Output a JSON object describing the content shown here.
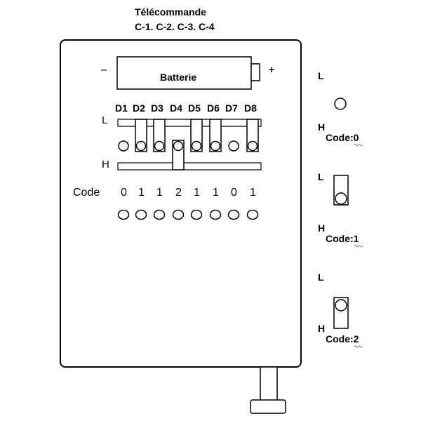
{
  "header": {
    "title": "Télécommande",
    "subtitle": "C-1. C-2. C-3. C-4"
  },
  "battery": {
    "label": "Batterie",
    "minus": "–",
    "plus": "+"
  },
  "switches": {
    "labels": [
      "D1",
      "D2",
      "D3",
      "D4",
      "D5",
      "D6",
      "D7",
      "D8"
    ],
    "codes": [
      "0",
      "1",
      "1",
      "2",
      "1",
      "1",
      "0",
      "1"
    ],
    "row_low": "L",
    "row_high": "H",
    "code_label": "Code"
  },
  "legend": [
    {
      "top": "L",
      "bottom": "H",
      "code": "Code:0",
      "value": 0
    },
    {
      "top": "L",
      "bottom": "H",
      "code": "Code:1",
      "value": 1
    },
    {
      "top": "L",
      "bottom": "H",
      "code": "Code:2",
      "value": 2
    }
  ]
}
